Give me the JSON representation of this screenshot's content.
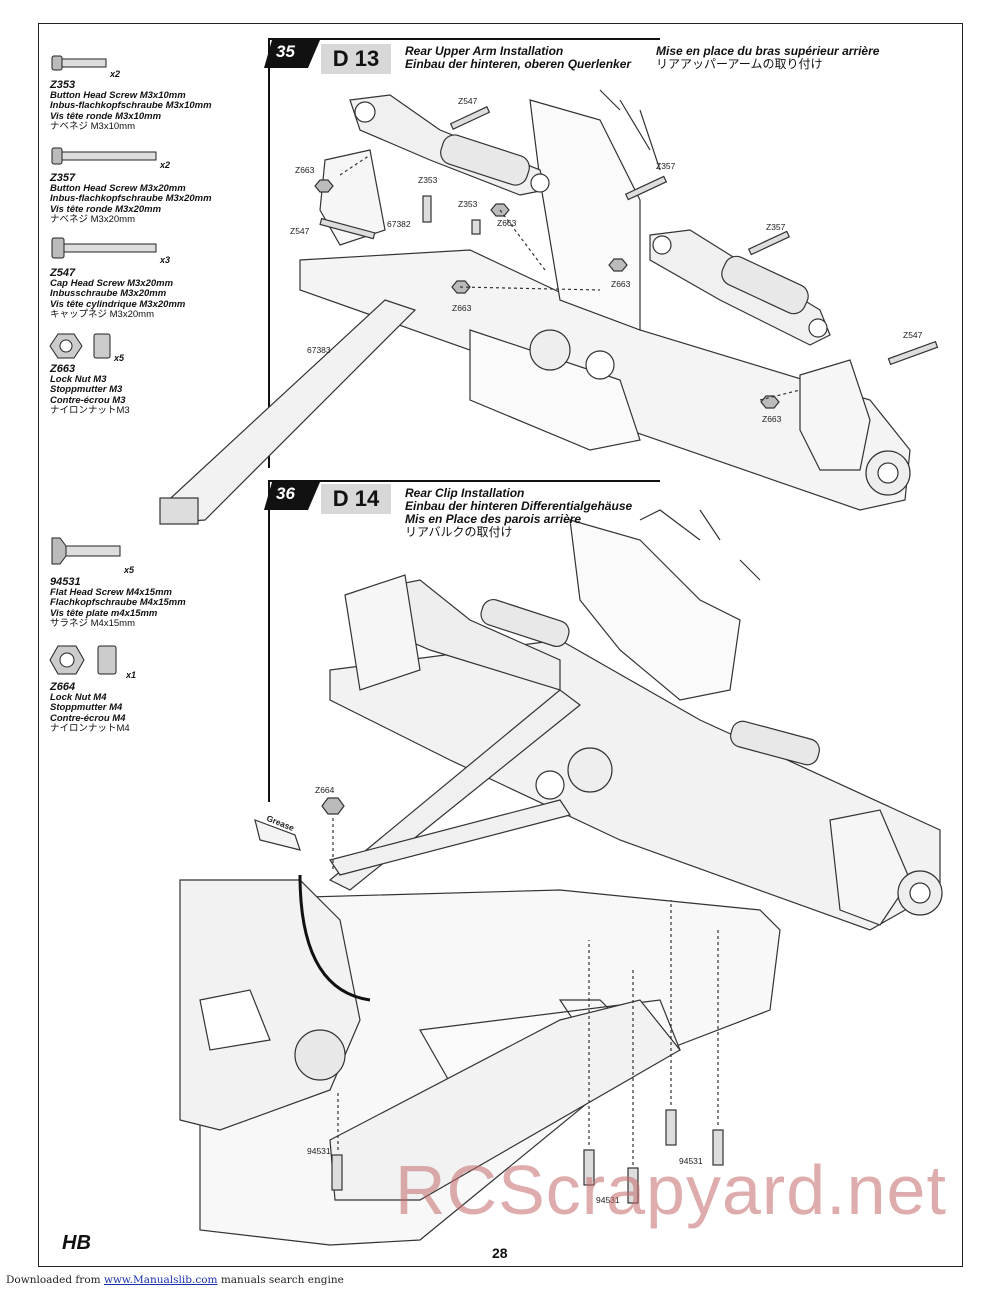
{
  "page": {
    "number": "28"
  },
  "footer": {
    "prefix": "Downloaded from",
    "link": "www.Manualslib.com",
    "suffix": "manuals search engine"
  },
  "watermark": "RCScrapyard.net",
  "logo_text": "HB",
  "parts_step35": [
    {
      "code": "Z353",
      "qty": "x2",
      "en": "Button Head Screw M3x10mm",
      "de": "Inbus-flachkopfschraube M3x10mm",
      "fr": "Vis tête ronde M3x10mm",
      "jp": "ナベネジ M3x10mm"
    },
    {
      "code": "Z357",
      "qty": "x2",
      "en": "Button Head Screw M3x20mm",
      "de": "Inbus-flachkopfschraube M3x20mm",
      "fr": "Vis tête ronde M3x20mm",
      "jp": "ナベネジ M3x20mm"
    },
    {
      "code": "Z547",
      "qty": "x3",
      "en": "Cap Head Screw M3x20mm",
      "de": "Inbusschraube M3x20mm",
      "fr": "Vis tête cylindrique M3x20mm",
      "jp": "キャップネジ M3x20mm"
    },
    {
      "code": "Z663",
      "qty": "x5",
      "en": "Lock Nut M3",
      "de": "Stoppmutter M3",
      "fr": "Contre-écrou M3",
      "jp": "ナイロンナットM3"
    }
  ],
  "parts_step36": [
    {
      "code": "94531",
      "qty": "x5",
      "en": "Flat Head Screw M4x15mm",
      "de": "Flachkopfschraube M4x15mm",
      "fr": "Vis tête plate m4x15mm",
      "jp": "サラネジ M4x15mm"
    },
    {
      "code": "Z664",
      "qty": "x1",
      "en": "Lock Nut M4",
      "de": "Stoppmutter M4",
      "fr": "Contre-écrou M4",
      "jp": "ナイロンナットM4"
    }
  ],
  "step35": {
    "number": "35",
    "code": "D 13",
    "title_en": "Rear Upper Arm Installation",
    "title_de": "Einbau der hinteren, oberen Querlenker",
    "title_fr": "Mise en place du bras supérieur arrière",
    "title_jp": "リアアッパーアームの取り付け",
    "callouts": [
      "Z547",
      "Z663",
      "Z353",
      "Z353",
      "Z663",
      "67382",
      "Z547",
      "Z663",
      "Z357",
      "Z357",
      "Z663",
      "Z547",
      "Z663",
      "67383"
    ]
  },
  "step36": {
    "number": "36",
    "code": "D 14",
    "title_en": "Rear Clip Installation",
    "title_de": "Einbau der hinteren Differentialgehäuse",
    "title_fr": "Mis en Place des parois arrière",
    "title_jp": "リアバルクの取付け",
    "callouts": [
      "Z664",
      "Grease",
      "94531",
      "94531",
      "94531"
    ]
  },
  "colors": {
    "badge": "#111111",
    "dbox": "#d8d8d8",
    "link": "#1a2fb0",
    "watermark": "#c46a6a"
  }
}
